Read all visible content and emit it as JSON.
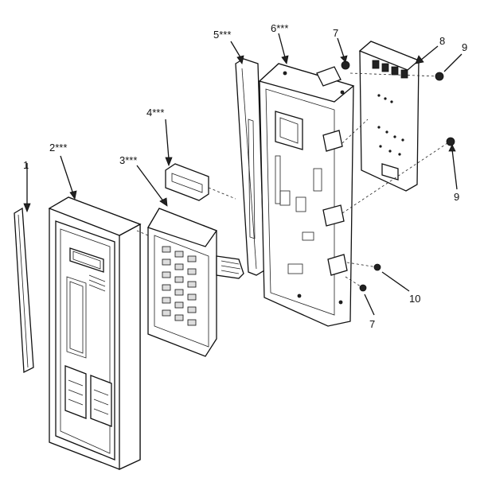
{
  "diagram": {
    "callouts": [
      {
        "id": "1",
        "text": "1"
      },
      {
        "id": "2",
        "text": "2***"
      },
      {
        "id": "3",
        "text": "3***"
      },
      {
        "id": "4",
        "text": "4***"
      },
      {
        "id": "5",
        "text": "5***"
      },
      {
        "id": "6",
        "text": "6***"
      },
      {
        "id": "7a",
        "text": "7"
      },
      {
        "id": "8",
        "text": "8"
      },
      {
        "id": "9a",
        "text": "9"
      },
      {
        "id": "9b",
        "text": "9"
      },
      {
        "id": "10",
        "text": "10"
      },
      {
        "id": "7b",
        "text": "7"
      }
    ]
  }
}
